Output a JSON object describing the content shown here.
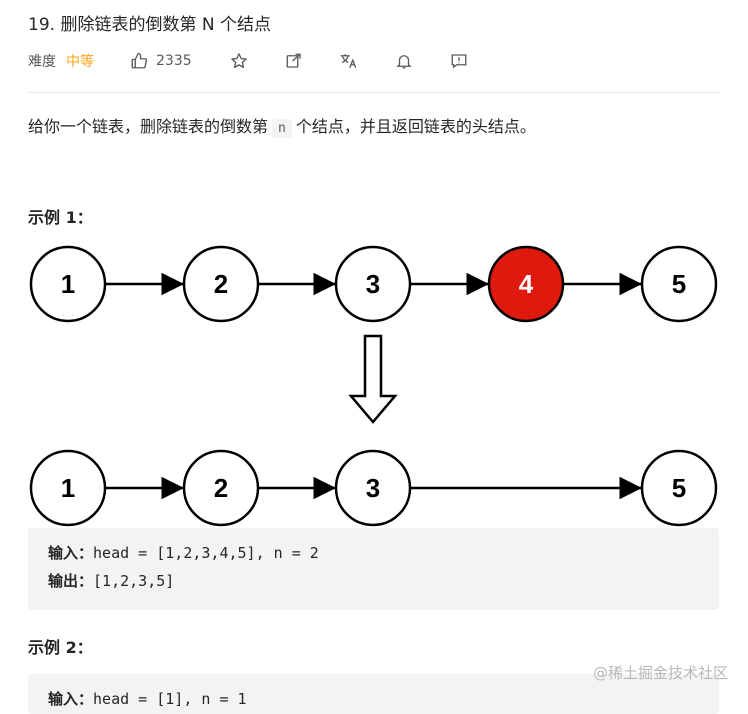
{
  "problem": {
    "title": "19. 删除链表的倒数第 N 个结点",
    "difficulty_label": "难度",
    "difficulty_value": "中等",
    "likes": "2335",
    "accent_color": "#ffa116"
  },
  "toolbar": {
    "icons": [
      "thumbs-up-icon",
      "star-icon",
      "share-icon",
      "translate-icon",
      "bell-icon",
      "feedback-icon"
    ]
  },
  "description": {
    "before": "给你一个链表，删除链表的倒数第",
    "code": "n",
    "after": "个结点，并且返回链表的头结点。"
  },
  "example1": {
    "title": "示例 1：",
    "list_before": [
      "1",
      "2",
      "3",
      "4",
      "5"
    ],
    "removed_index": 3,
    "list_after": [
      "1",
      "2",
      "3",
      "5"
    ],
    "input_label": "输入：",
    "input_value": "head = [1,2,3,4,5], n = 2",
    "output_label": "输出：",
    "output_value": "[1,2,3,5]"
  },
  "example2": {
    "title": "示例 2：",
    "input_label": "输入：",
    "input_value": "head = [1], n = 1"
  },
  "watermark": "@稀土掘金技术社区"
}
